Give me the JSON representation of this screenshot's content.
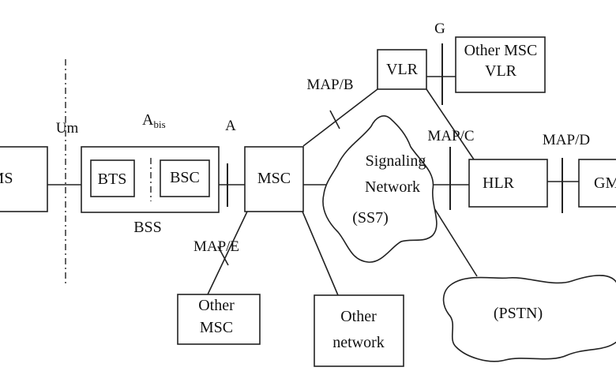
{
  "nodes": {
    "ms": "MS",
    "bts": "BTS",
    "bsc": "BSC",
    "bss": "BSS",
    "msc": "MSC",
    "vlr": "VLR",
    "other_msc_vlr_line1": "Other MSC",
    "other_msc_vlr_line2": "VLR",
    "hlr": "HLR",
    "gmsc": "GMSC",
    "other_msc_line1": "Other",
    "other_msc_line2": "MSC",
    "other_network_line1": "Other",
    "other_network_line2": "network",
    "signaling_line1": "Signaling",
    "signaling_line2": "Network",
    "signaling_line3": "(SS7)",
    "pstn": "(PSTN)"
  },
  "interfaces": {
    "um": "Um",
    "abis_main": "A",
    "abis_sub": "bis",
    "a": "A",
    "map_b": "MAP/B",
    "g": "G",
    "map_c": "MAP/C",
    "map_d": "MAP/D",
    "map_e": "MAP/E"
  }
}
